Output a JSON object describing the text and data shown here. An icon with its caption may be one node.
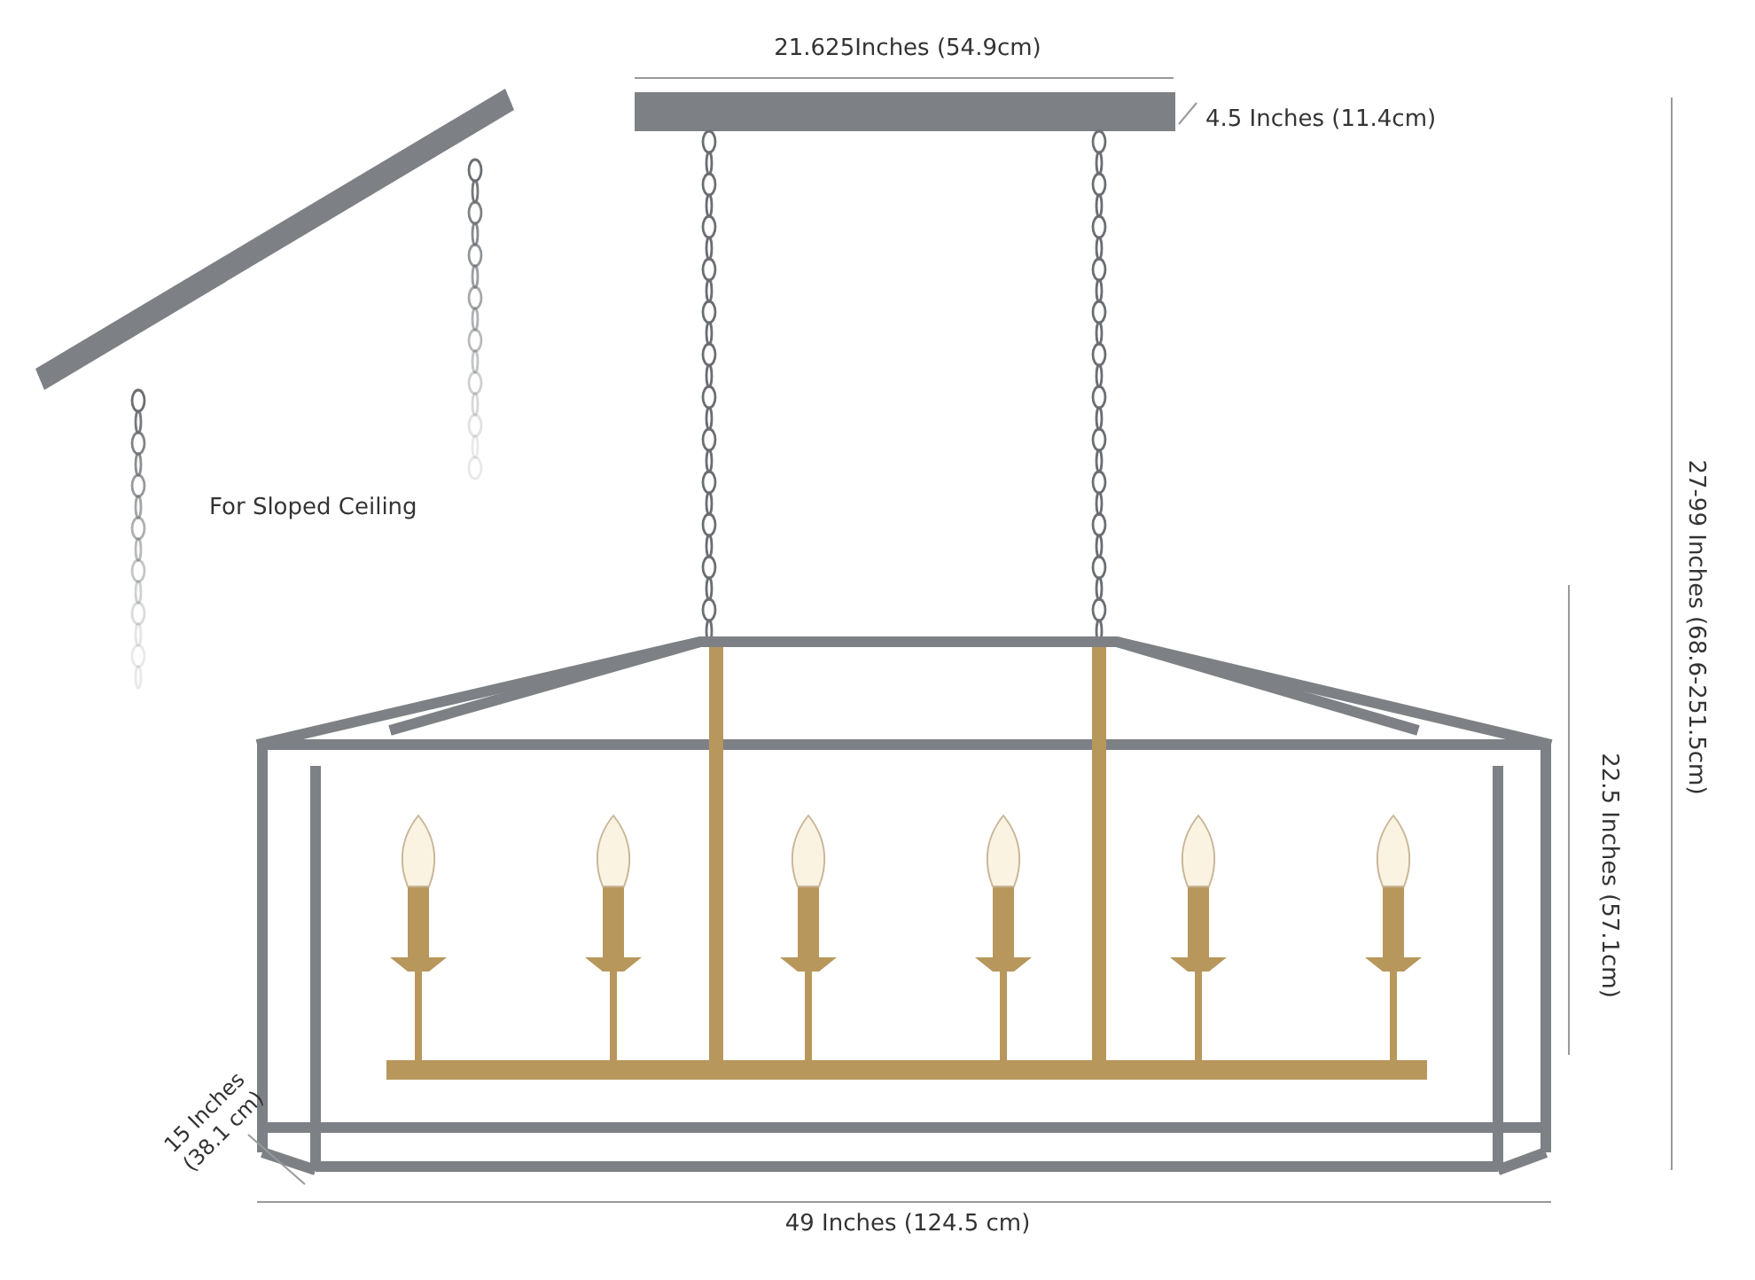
{
  "diagram": {
    "labels": [
      "21.625Inches (54.9cm)",
      "4.5 Inches (11.4cm)",
      "For Sloped Ceiling",
      "27-99 Inches (68.6-251.5cm)",
      "22.5 Inches (57.1cm)",
      "15 Inches (38.1 cm)",
      "49 Inches (124.5 cm)"
    ]
  }
}
